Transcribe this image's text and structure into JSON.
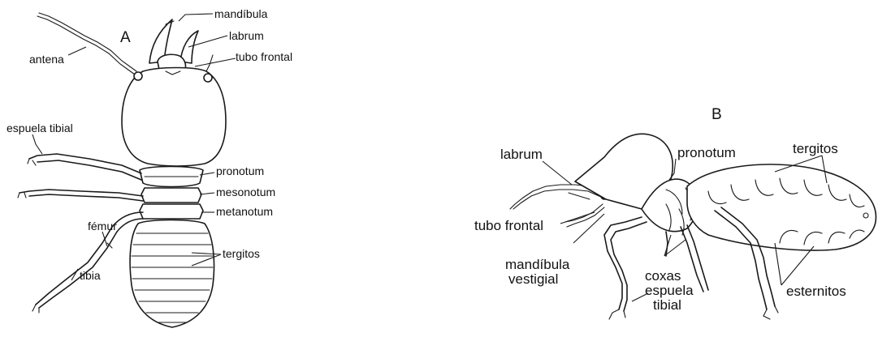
{
  "panel_a": {
    "letter": "A",
    "labels": {
      "mandibula": "mandíbula",
      "labrum": "labrum",
      "tubo_frontal": "tubo frontal",
      "antena": "antena",
      "espuela_tibial": "espuela tibial",
      "pronotum": "pronotum",
      "mesonotum": "mesonotum",
      "metanotum": "metanotum",
      "femur": "fémur",
      "tibia": "tibia",
      "tergitos": "tergitos"
    }
  },
  "panel_b": {
    "letter": "B",
    "labels": {
      "labrum": "labrum",
      "pronotum": "pronotum",
      "tergitos": "tergitos",
      "tubo_frontal": "tubo frontal",
      "mandibula_1": "mandíbula",
      "mandibula_2": "vestigial",
      "coxas": "coxas",
      "espuela_1": "espuela",
      "espuela_2": "tibial",
      "esternitos": "esternitos"
    }
  },
  "ink_color": "#1a1a1a",
  "background": "#ffffff"
}
